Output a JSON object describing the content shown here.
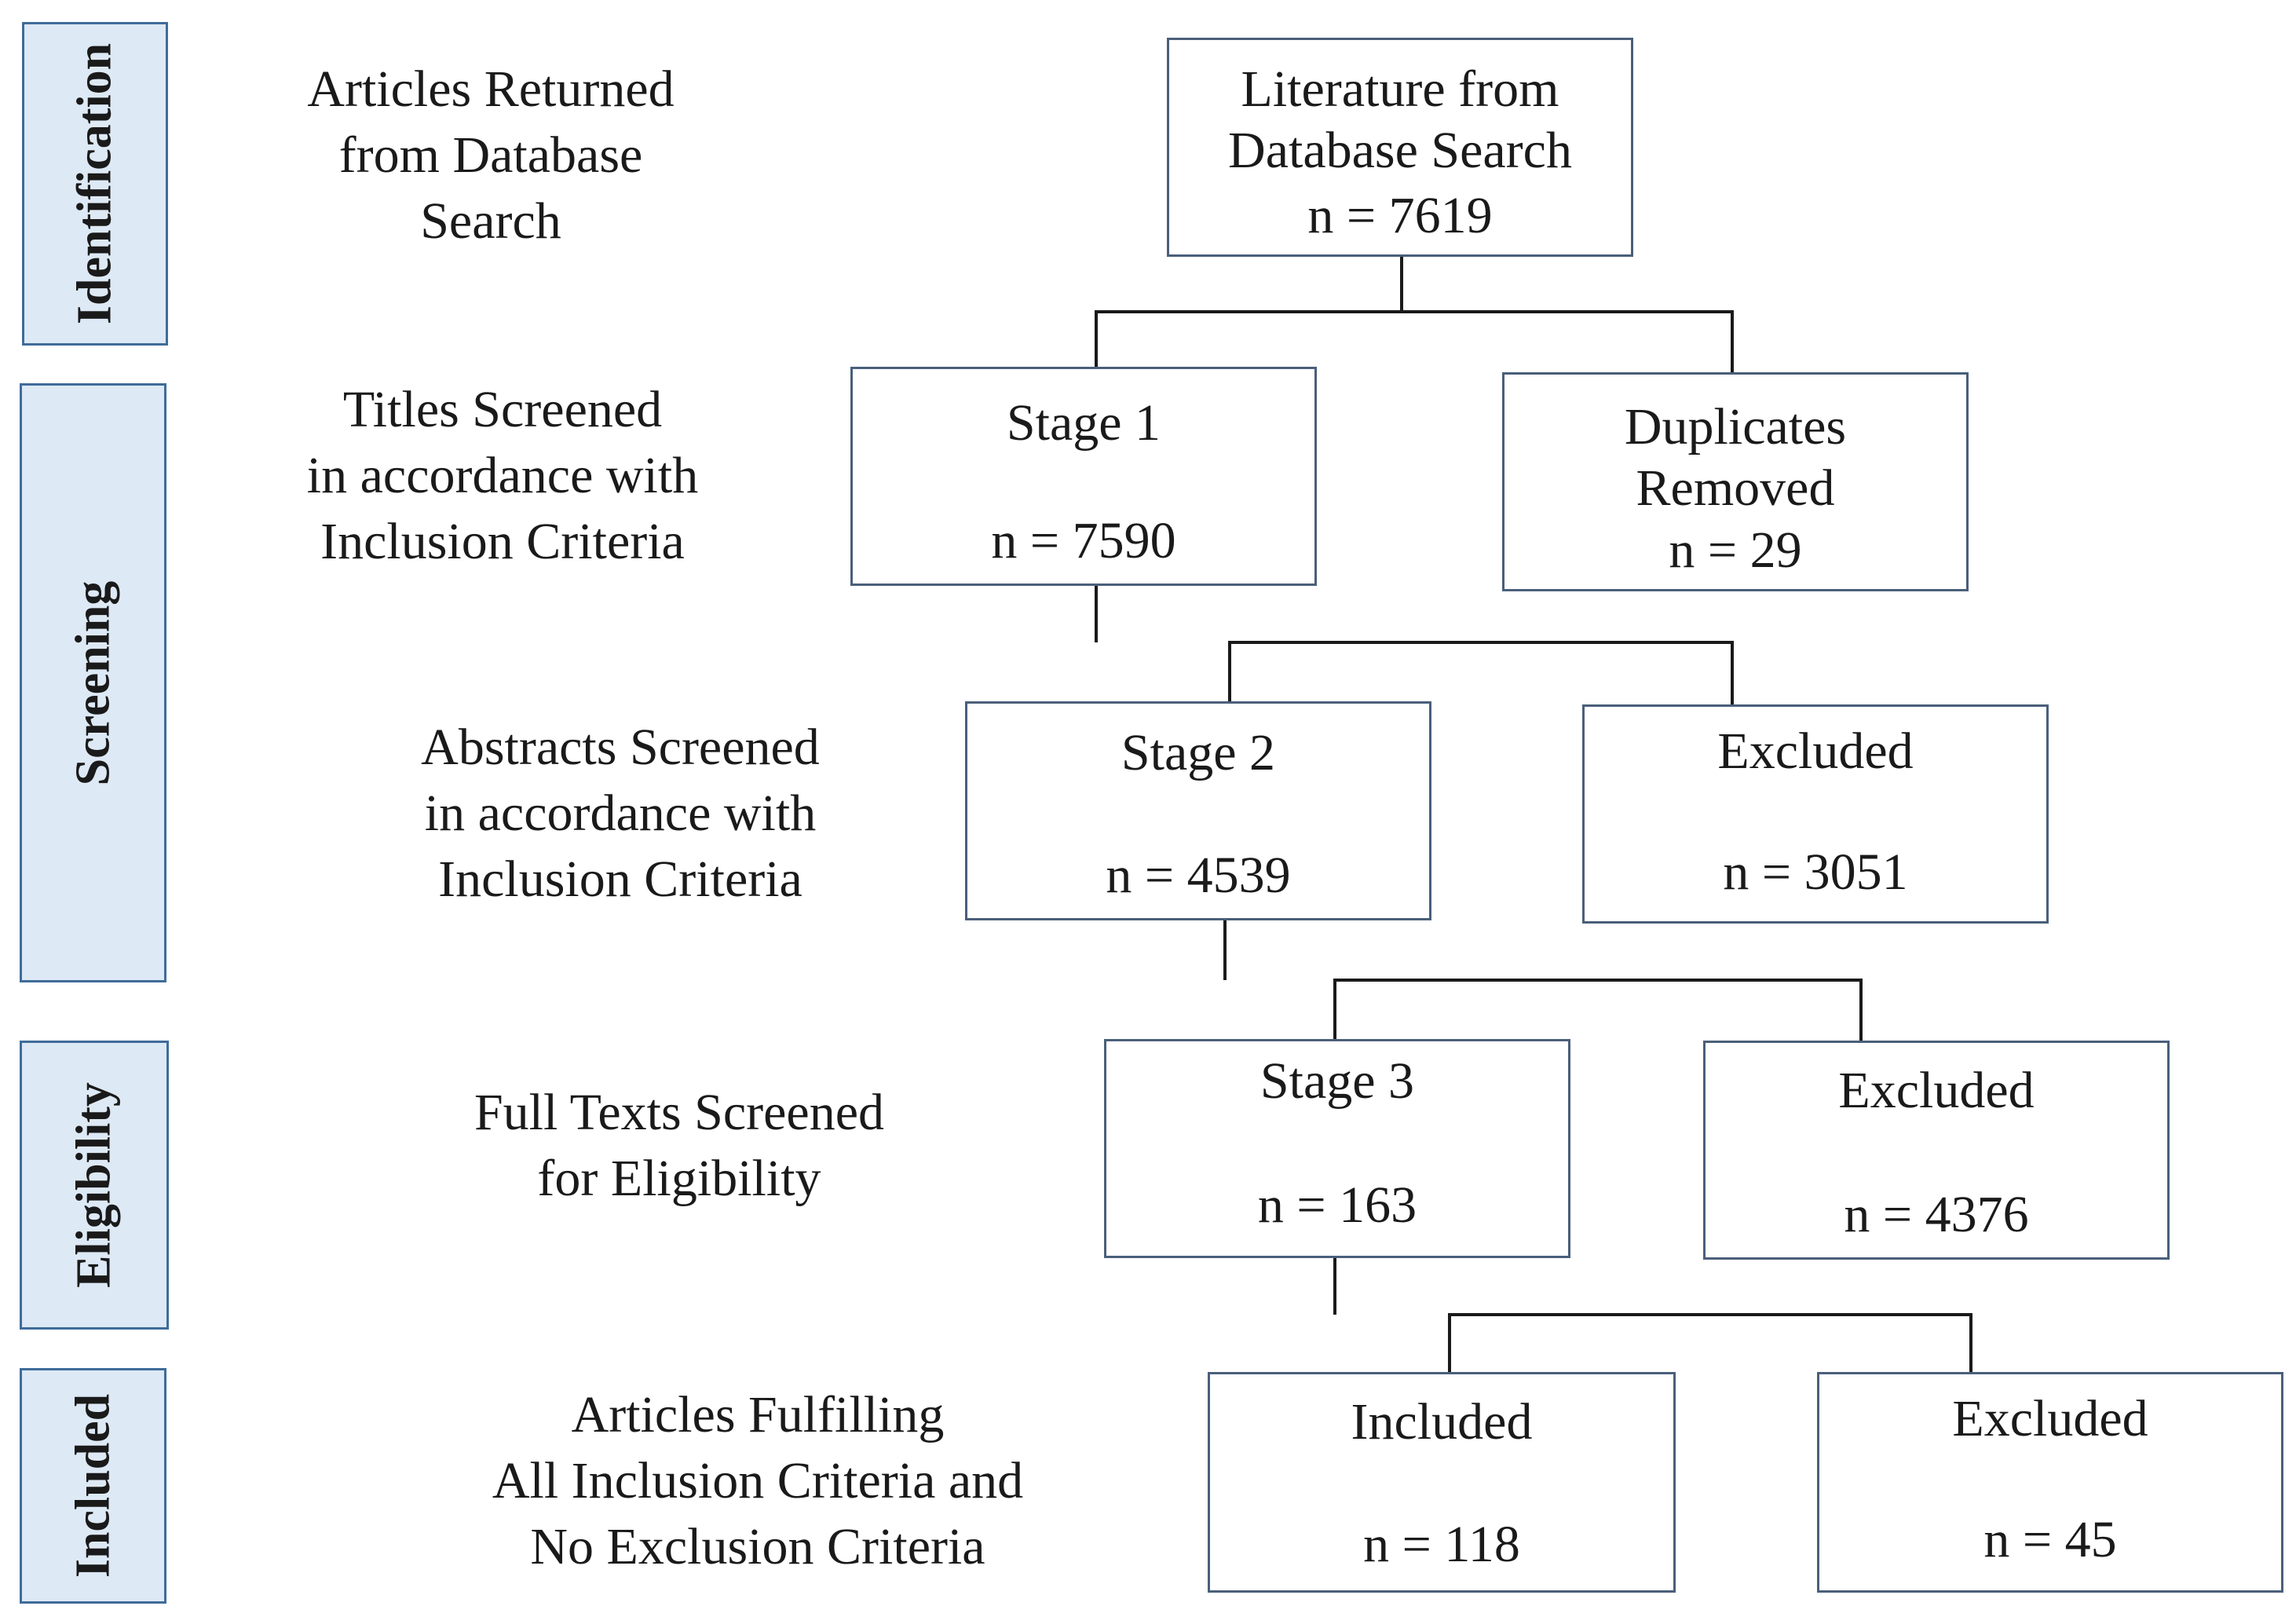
{
  "phases": {
    "identification": "Identification",
    "screening": "Screening",
    "eligibility": "Eligibility",
    "included": "Included"
  },
  "descriptions": {
    "identification": "Articles Returned\nfrom Database\nSearch",
    "titles": "Titles Screened\nin accordance with\nInclusion Criteria",
    "abstracts": "Abstracts Screened\nin accordance with\nInclusion Criteria",
    "fulltexts": "Full Texts Screened\nfor Eligibility",
    "included": "Articles Fulfilling\nAll Inclusion Criteria and\nNo Exclusion Criteria"
  },
  "boxes": {
    "literature": {
      "label": "Literature from\nDatabase Search",
      "count": "n = 7619"
    },
    "stage1": {
      "label": "Stage 1",
      "count": "n =  7590"
    },
    "duplicates": {
      "label": "Duplicates\nRemoved",
      "count": "n = 29"
    },
    "stage2": {
      "label": "Stage 2",
      "count": "n = 4539"
    },
    "excluded1": {
      "label": "Excluded",
      "count": "n = 3051"
    },
    "stage3": {
      "label": "Stage 3",
      "count": "n = 163"
    },
    "excluded2": {
      "label": "Excluded",
      "count": "n = 4376"
    },
    "included": {
      "label": "Included",
      "count": "n = 118"
    },
    "excluded3": {
      "label": "Excluded",
      "count": "n = 45"
    }
  }
}
